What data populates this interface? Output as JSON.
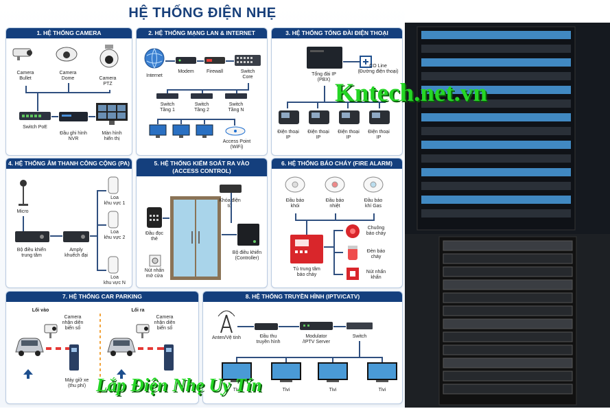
{
  "title": "HỆ THỐNG ĐIỆN NHẸ",
  "watermark_site": "Kntech.net.vn",
  "watermark_slogan": "Lắp Điện Nhẹ Uy Tín",
  "colors": {
    "header": "#143f7d",
    "line": "#2f4f7f",
    "watermark": "#25d625",
    "fire": "#d9262b"
  },
  "camera": {
    "title": "1. HỆ THỐNG CAMERA",
    "bullet": "Camera\nBullet",
    "dome": "Camera\nDome",
    "ptz": "Camera\nPTZ",
    "poe": "Switch PoE",
    "nvr": "Đầu ghi hình\nNVR",
    "monitor": "Màn hình\nhiển thị"
  },
  "lan": {
    "title": "2. HỆ THỐNG MẠNG LAN & INTERNET",
    "internet": "Internet",
    "modem": "Modem",
    "firewall": "Firewall",
    "core": "Switch\nCore",
    "s1": "Switch\nTầng 1",
    "s2": "Switch\nTầng 2",
    "sn": "Switch\nTầng N",
    "ap": "Access Point\n(WiFi)"
  },
  "pbx": {
    "title": "3. HỆ THỐNG TỔNG ĐÀI ĐIỆN THOẠI",
    "pbx": "Tổng đài IP\n(PBX)",
    "co": "CO Line\n(Đường điện thoại)",
    "phone": "Điện thoại\nIP"
  },
  "pa": {
    "title": "4. HỆ THỐNG ÂM THANH CÔNG CỘNG (PA)",
    "micro": "Micro",
    "center": "Bộ điều khiển\ntrung tâm",
    "amp": "Amply\nkhuếch đại",
    "spk1": "Loa\nkhu vực 1",
    "spk2": "Loa\nkhu vực 2",
    "spkn": "Loa\nkhu vực N"
  },
  "access": {
    "title": "5. HỆ THỐNG KIỂM SOÁT RA VÀO\n(ACCESS CONTROL)",
    "lock": "Khóa điện\ntừ",
    "reader": "Đầu đọc\nthẻ",
    "exit": "Nút nhấn\nmở cửa",
    "ctrl": "Bộ điều khiển\n(Controller)"
  },
  "fire": {
    "title": "6. HỆ THỐNG BÁO CHÁY (FIRE ALARM)",
    "smoke": "Đầu báo\nkhói",
    "heat": "Đầu báo\nnhiệt",
    "gas": "Đầu báo\nkhí Gas",
    "panel": "Tủ trung tâm\nbáo cháy",
    "bell": "Chuông\nbáo cháy",
    "strobe": "Đèn báo\ncháy",
    "button": "Nút nhấn\nkhẩn"
  },
  "parking": {
    "title": "7. HỆ THỐNG CAR PARKING",
    "in": "Lối vào",
    "out": "Lối ra",
    "cam": "Camera\nnhận diện\nbiển số",
    "kiosk": "Máy giữ xe\n(thu phí)"
  },
  "tv": {
    "title": "8. HỆ THỐNG TRUYỀN HÌNH (IPTV/CATV)",
    "antenna": "Anten/Vệ tinh",
    "receiver": "Đầu thu\ntruyền hình",
    "modulator": "Modulator\n/IPTV Server",
    "switch": "Switch",
    "tivi": "Tivi"
  }
}
